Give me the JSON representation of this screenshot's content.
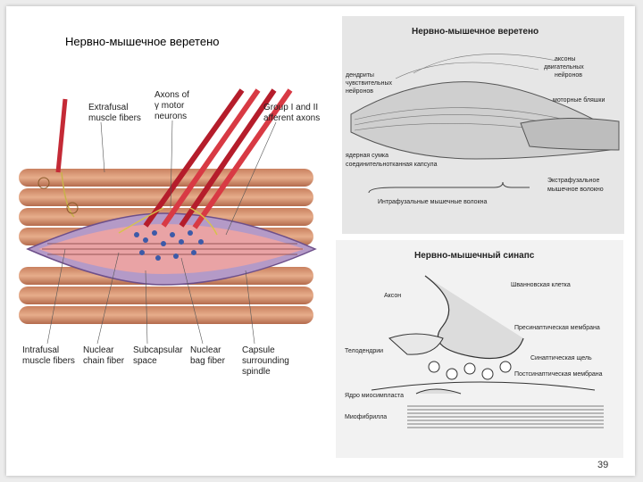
{
  "slide": {
    "title": "Нервно-мышечное веретено",
    "page_number": "39"
  },
  "left_figure": {
    "labels": {
      "extrafusal_1": "Extrafusal",
      "extrafusal_2": "muscle fibers",
      "axons_1": "Axons of",
      "axons_2": "γ motor",
      "axons_3": "neurons",
      "group_1": "Group I and II",
      "group_2": "afferent axons",
      "intrafusal_1": "Intrafusal",
      "intrafusal_2": "muscle fibers",
      "chain_1": "Nuclear",
      "chain_2": "chain fiber",
      "subcap_1": "Subcapsular",
      "subcap_2": "space",
      "bag_1": "Nuclear",
      "bag_2": "bag fiber",
      "capsule_1": "Capsule",
      "capsule_2": "surrounding",
      "capsule_3": "spindle"
    }
  },
  "spindle_figure": {
    "title": "Нервно-мышечное веретено",
    "labels": {
      "axons_1": "аксоны",
      "axons_2": "двигательных",
      "axons_3": "нейронов",
      "dendrites_1": "дендриты",
      "dendrites_2": "чувствительных",
      "dendrites_3": "нейронов",
      "plates": "моторные бляшки",
      "nuclear_bag": "ядерная сумка",
      "capsule": "соединительнотканная капсула",
      "extrafusal_1": "Экстрафузальное",
      "extrafusal_2": "мышечное волокно",
      "intrafusal": "Интрафузальные мышечные волокна"
    }
  },
  "synapse_figure": {
    "title": "Нервно-мышечный синапс",
    "labels": {
      "axon": "Аксон",
      "schwann": "Шванновская клетка",
      "presynaptic": "Пресинаптическая мембрана",
      "telodendria": "Телодендрии",
      "cleft": "Синаптическая щель",
      "postsynaptic": "Постсинаптическая мембрана",
      "myosymplast_nucleus": "Ядро миосимпласта",
      "myofibril": "Миофибрилла"
    }
  }
}
